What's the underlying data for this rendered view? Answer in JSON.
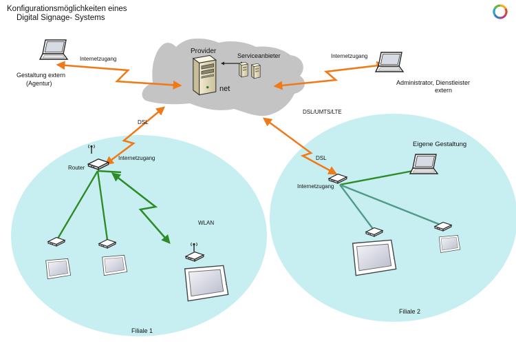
{
  "title": {
    "line1": "Konfigurationsmöglichkeiten  eines",
    "line2": "Digital Signage- Systems"
  },
  "cloud": {
    "provider": "Provider",
    "serviceanbieter": "Serviceanbieter",
    "net": "net"
  },
  "labels": {
    "internetzugang_left": "Internetzugang",
    "internetzugang_right": "Internetzugang",
    "gestaltung_extern_1": "Gestaltung extern",
    "gestaltung_extern_2": "(Agentur)",
    "admin_1": "Administrator, Dienstleister",
    "admin_2": "extern",
    "dsl_umts_lte": "DSL/UMTS/LTE",
    "dsl_left": "DSL",
    "router": "Router",
    "internetzugang_f1": "Internetzugang",
    "wlan": "WLAN",
    "filiale1": "Filiale 1",
    "dsl_right": "DSL",
    "internetzugang_f2": "Internetzugang",
    "eigene_gestaltung": "Eigene Gestaltung",
    "filiale2": "Filiale 2"
  },
  "colors": {
    "branch_area": "#c7eff2",
    "cloud": "#c4c4c4",
    "internet_link": "#f07a18",
    "lan_link": "#2e8c28",
    "lan_link_secondary": "#4f9a88"
  },
  "icons": [
    "laptop-icon",
    "server-icon",
    "router-icon",
    "display-icon",
    "player-icon",
    "logo-ring-icon"
  ]
}
